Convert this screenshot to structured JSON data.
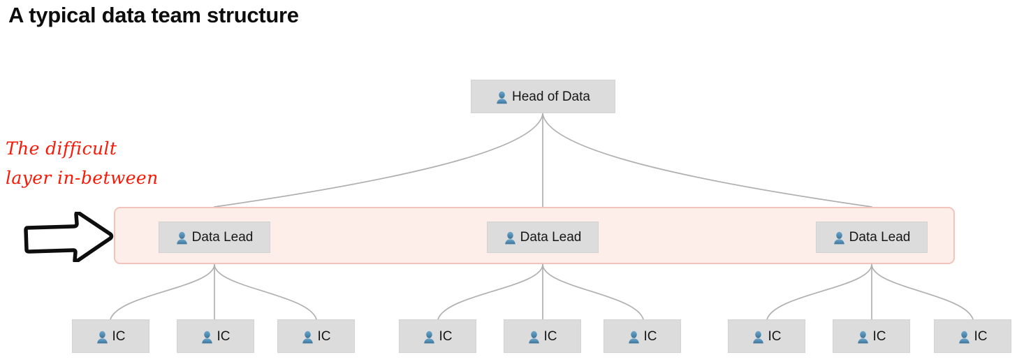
{
  "title": "A typical data team structure",
  "annotation": {
    "line1": "The difficult",
    "line2": "layer in-between",
    "color": "#fb1705"
  },
  "colors": {
    "node_fill": "#dcdcdc",
    "node_border": "#d2d2d2",
    "node_text": "#161616",
    "person_icon": "#4b82a8",
    "connector": "#b0b0b0",
    "band_fill": "#fdeeea",
    "band_border": "#f2c3ba",
    "arrow": "#111111",
    "title": "#0d0d0d"
  },
  "icons": {
    "person": "person-icon",
    "arrow": "hand-drawn-arrow-right-icon"
  },
  "chart_data": {
    "type": "diagram",
    "subtype": "org-chart-tree",
    "title": "A typical data team structure",
    "levels": [
      {
        "name": "executive",
        "nodes": [
          "Head of Data"
        ]
      },
      {
        "name": "middle-management",
        "nodes": [
          "Data Lead",
          "Data Lead",
          "Data Lead"
        ],
        "highlighted": true,
        "highlight_note": "The difficult layer in-between"
      },
      {
        "name": "individual-contributors",
        "nodes": [
          "IC",
          "IC",
          "IC",
          "IC",
          "IC",
          "IC",
          "IC",
          "IC",
          "IC"
        ]
      }
    ],
    "edges": [
      {
        "from": "Head of Data",
        "to": "Data Lead 1"
      },
      {
        "from": "Head of Data",
        "to": "Data Lead 2"
      },
      {
        "from": "Head of Data",
        "to": "Data Lead 3"
      },
      {
        "from": "Data Lead 1",
        "to": "IC 1"
      },
      {
        "from": "Data Lead 1",
        "to": "IC 2"
      },
      {
        "from": "Data Lead 1",
        "to": "IC 3"
      },
      {
        "from": "Data Lead 2",
        "to": "IC 4"
      },
      {
        "from": "Data Lead 2",
        "to": "IC 5"
      },
      {
        "from": "Data Lead 2",
        "to": "IC 6"
      },
      {
        "from": "Data Lead 3",
        "to": "IC 7"
      },
      {
        "from": "Data Lead 3",
        "to": "IC 8"
      },
      {
        "from": "Data Lead 3",
        "to": "IC 9"
      }
    ]
  },
  "nodes": {
    "head": {
      "label": "Head of Data"
    },
    "leads": [
      {
        "label": "Data Lead"
      },
      {
        "label": "Data Lead"
      },
      {
        "label": "Data Lead"
      }
    ],
    "ics": [
      {
        "label": "IC"
      },
      {
        "label": "IC"
      },
      {
        "label": "IC"
      },
      {
        "label": "IC"
      },
      {
        "label": "IC"
      },
      {
        "label": "IC"
      },
      {
        "label": "IC"
      },
      {
        "label": "IC"
      },
      {
        "label": "IC"
      }
    ]
  }
}
